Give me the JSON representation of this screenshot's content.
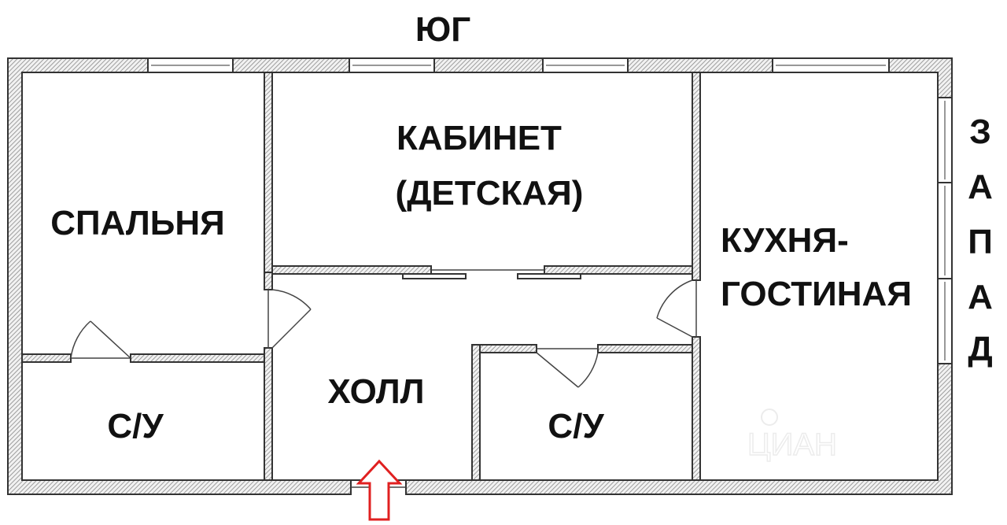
{
  "compass": {
    "south": "ЮГ",
    "west": [
      "З",
      "А",
      "П",
      "А",
      "Д"
    ]
  },
  "rooms": {
    "bedroom": "СПАЛЬНЯ",
    "study_line1": "КАБИНЕТ",
    "study_line2": "(ДЕТСКАЯ)",
    "kitchen_line1": "КУХНЯ-",
    "kitchen_line2": "ГОСТИНАЯ",
    "hall": "ХОЛЛ",
    "bathroom_left": "С/У",
    "bathroom_right": "С/У"
  },
  "watermark": "ЦИАН",
  "colors": {
    "entrance_arrow": "#e02020"
  }
}
